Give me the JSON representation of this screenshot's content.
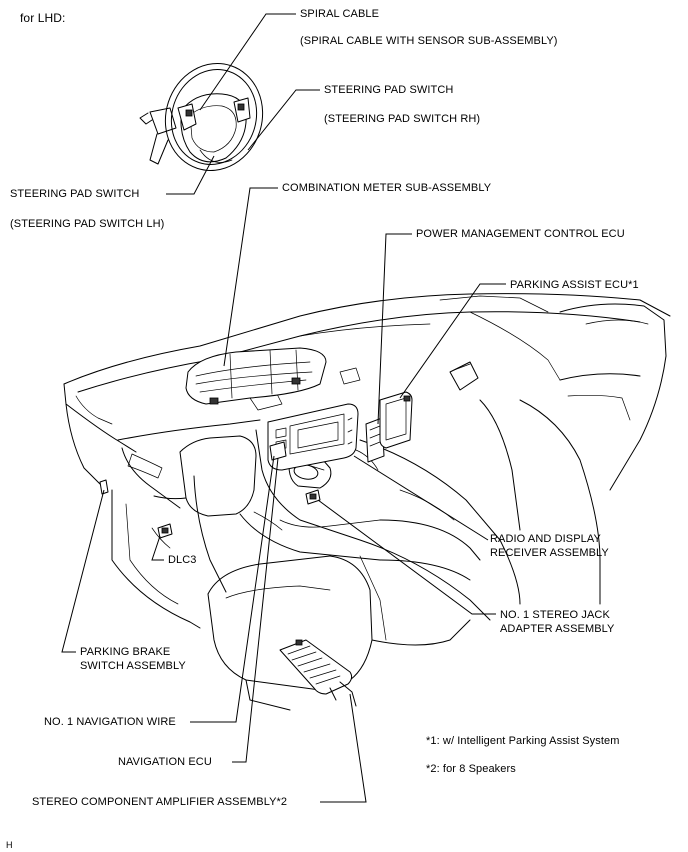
{
  "header": {
    "variant": "for LHD:"
  },
  "labels": {
    "spiral_cable": "SPIRAL CABLE",
    "spiral_cable_sub": "(SPIRAL CABLE WITH SENSOR SUB-ASSEMBLY)",
    "steering_pad_rh": "STEERING PAD SWITCH",
    "steering_pad_rh_sub": "(STEERING PAD SWITCH RH)",
    "steering_pad_lh": "STEERING PAD SWITCH",
    "steering_pad_lh_sub": "(STEERING PAD SWITCH LH)",
    "combination_meter": "COMBINATION METER SUB-ASSEMBLY",
    "power_mgmt_ecu": "POWER MANAGEMENT CONTROL ECU",
    "parking_assist_ecu": "PARKING ASSIST ECU*1",
    "radio_display_line1": "RADIO AND DISPLAY",
    "radio_display_line2": "RECEIVER ASSEMBLY",
    "dlc3": "DLC3",
    "stereo_jack_line1": "NO. 1 STEREO JACK",
    "stereo_jack_line2": "ADAPTER ASSEMBLY",
    "parking_brake_line1": "PARKING BRAKE",
    "parking_brake_line2": "SWITCH ASSEMBLY",
    "nav_wire": "NO. 1 NAVIGATION WIRE",
    "nav_ecu": "NAVIGATION ECU",
    "stereo_amp": "STEREO COMPONENT AMPLIFIER ASSEMBLY*2"
  },
  "footnotes": {
    "note1": "*1: w/ Intelligent Parking Assist System",
    "note2": "*2: for 8 Speakers"
  },
  "figure_code": "H"
}
